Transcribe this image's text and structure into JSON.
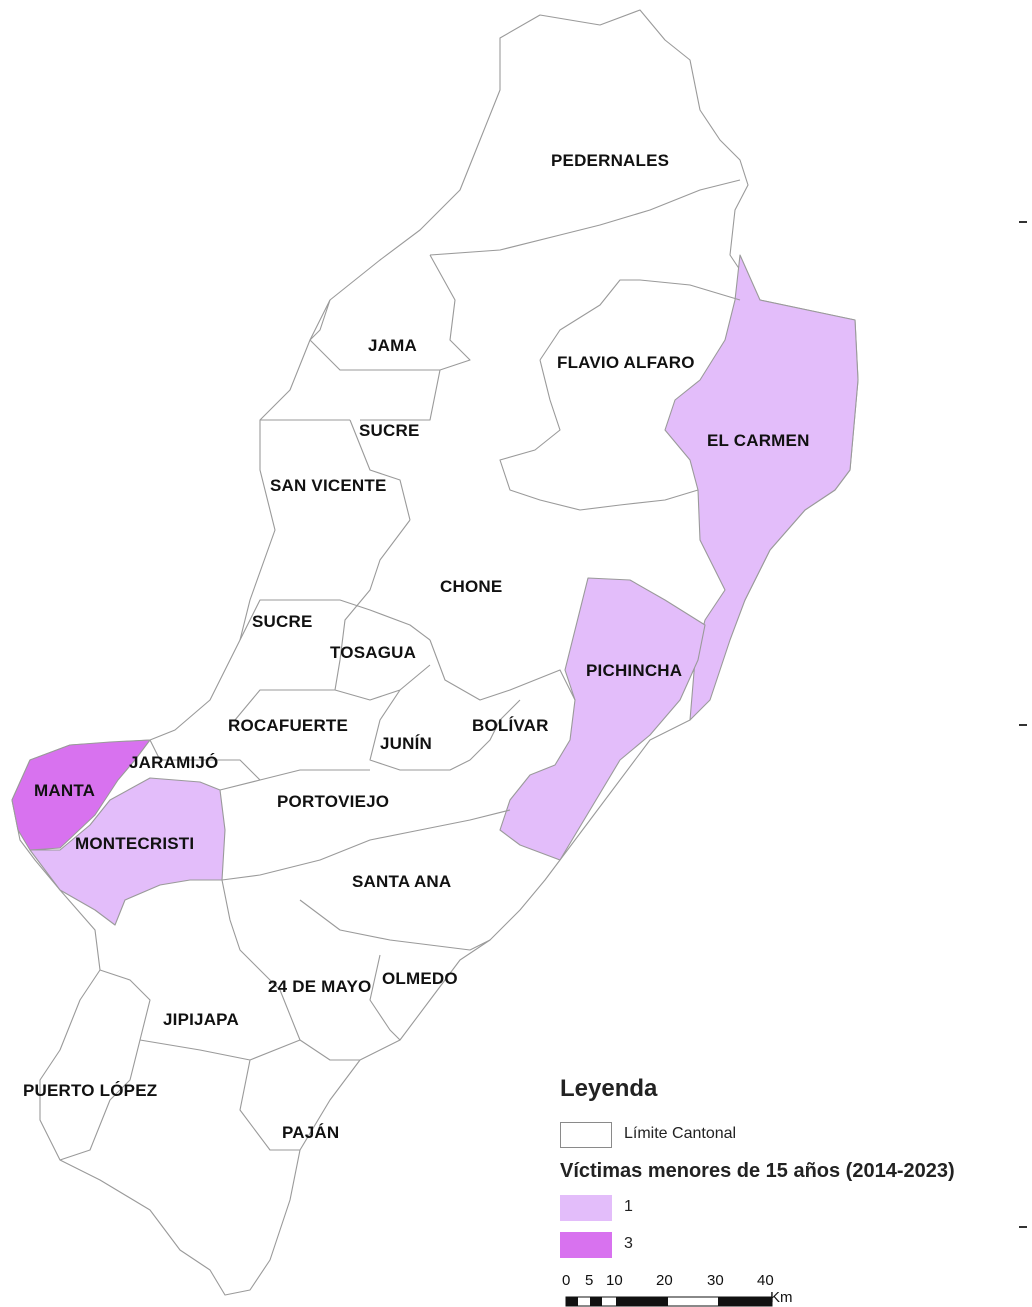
{
  "map": {
    "cantons": [
      {
        "id": "pedernales",
        "label": "PEDERNALES",
        "victims": 0
      },
      {
        "id": "jama",
        "label": "JAMA",
        "victims": 0
      },
      {
        "id": "flavio-alfaro",
        "label": "FLAVIO ALFARO",
        "victims": 0
      },
      {
        "id": "el-carmen",
        "label": "EL CARMEN",
        "victims": 1
      },
      {
        "id": "sucre-north",
        "label": "SUCRE",
        "victims": 0
      },
      {
        "id": "san-vicente",
        "label": "SAN VICENTE",
        "victims": 0
      },
      {
        "id": "chone",
        "label": "CHONE",
        "victims": 0
      },
      {
        "id": "sucre",
        "label": "SUCRE",
        "victims": 0
      },
      {
        "id": "tosagua",
        "label": "TOSAGUA",
        "victims": 0
      },
      {
        "id": "pichincha",
        "label": "PICHINCHA",
        "victims": 1
      },
      {
        "id": "rocafuerte",
        "label": "ROCAFUERTE",
        "victims": 0
      },
      {
        "id": "bolivar",
        "label": "BOLÍVAR",
        "victims": 0
      },
      {
        "id": "junin",
        "label": "JUNÍN",
        "victims": 0
      },
      {
        "id": "jaramijo",
        "label": "JARAMIJÓ",
        "victims": 0
      },
      {
        "id": "manta",
        "label": "MANTA",
        "victims": 3
      },
      {
        "id": "portoviejo",
        "label": "PORTOVIEJO",
        "victims": 0
      },
      {
        "id": "montecristi",
        "label": "MONTECRISTI",
        "victims": 1
      },
      {
        "id": "santa-ana",
        "label": "SANTA ANA",
        "victims": 0
      },
      {
        "id": "veinticuatro-de-mayo",
        "label": "24 DE MAYO",
        "victims": 0
      },
      {
        "id": "olmedo",
        "label": "OLMEDO",
        "victims": 0
      },
      {
        "id": "jipijapa",
        "label": "JIPIJAPA",
        "victims": 0
      },
      {
        "id": "puerto-lopez",
        "label": "PUERTO LÓPEZ",
        "victims": 0
      },
      {
        "id": "pajan",
        "label": "PAJÁN",
        "victims": 0
      }
    ]
  },
  "legend": {
    "title": "Leyenda",
    "boundary_label": "Límite Cantonal",
    "subtitle": "Víctimas menores de 15 años (2014-2023)",
    "classes": [
      {
        "label": "1",
        "color": "#e3bdfa"
      },
      {
        "label": "3",
        "color": "#d872ef"
      }
    ]
  },
  "scale": {
    "numbers": [
      "0",
      "5",
      "10",
      "20",
      "30",
      "40"
    ],
    "unit": "Km"
  },
  "colors": {
    "no_victims": "#ffffff",
    "border": "#9a9a9a"
  }
}
